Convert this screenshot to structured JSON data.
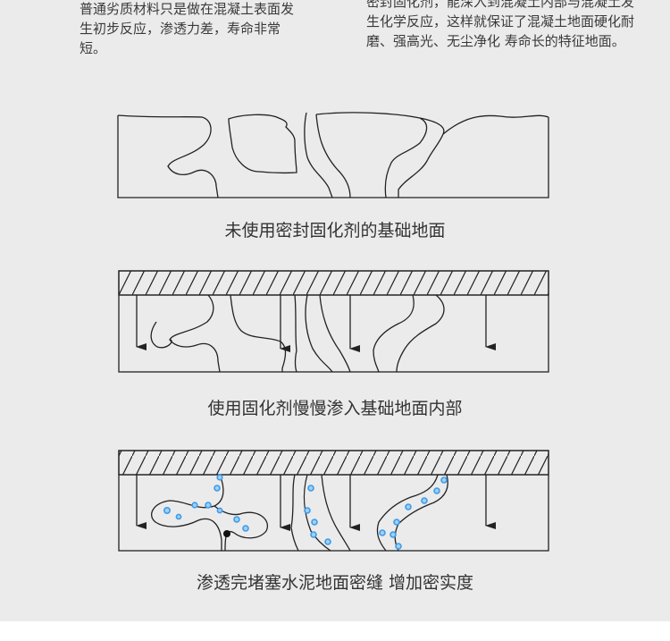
{
  "intro": {
    "left": "普通劣质材料只是做在混凝土表面发生初步反应，渗透力差，寿命非常短。",
    "right": "密封固化剂，能深入到混凝土内部与混凝土发生化学反应，这样就保证了混凝土地面硬化耐磨、强高光、无尘净化 寿命长的特征地面。"
  },
  "diagrams": [
    {
      "caption": "未使用密封固化剂的基础地面"
    },
    {
      "caption": "使用固化剂慢慢渗入基础地面内部"
    },
    {
      "caption": "渗透完堵塞水泥地面密缝 增加密实度"
    }
  ],
  "colors": {
    "background": "#ebebeb",
    "line": "#222222",
    "particle": "#3d9be9",
    "particle_fill": "#9fd0f5"
  }
}
